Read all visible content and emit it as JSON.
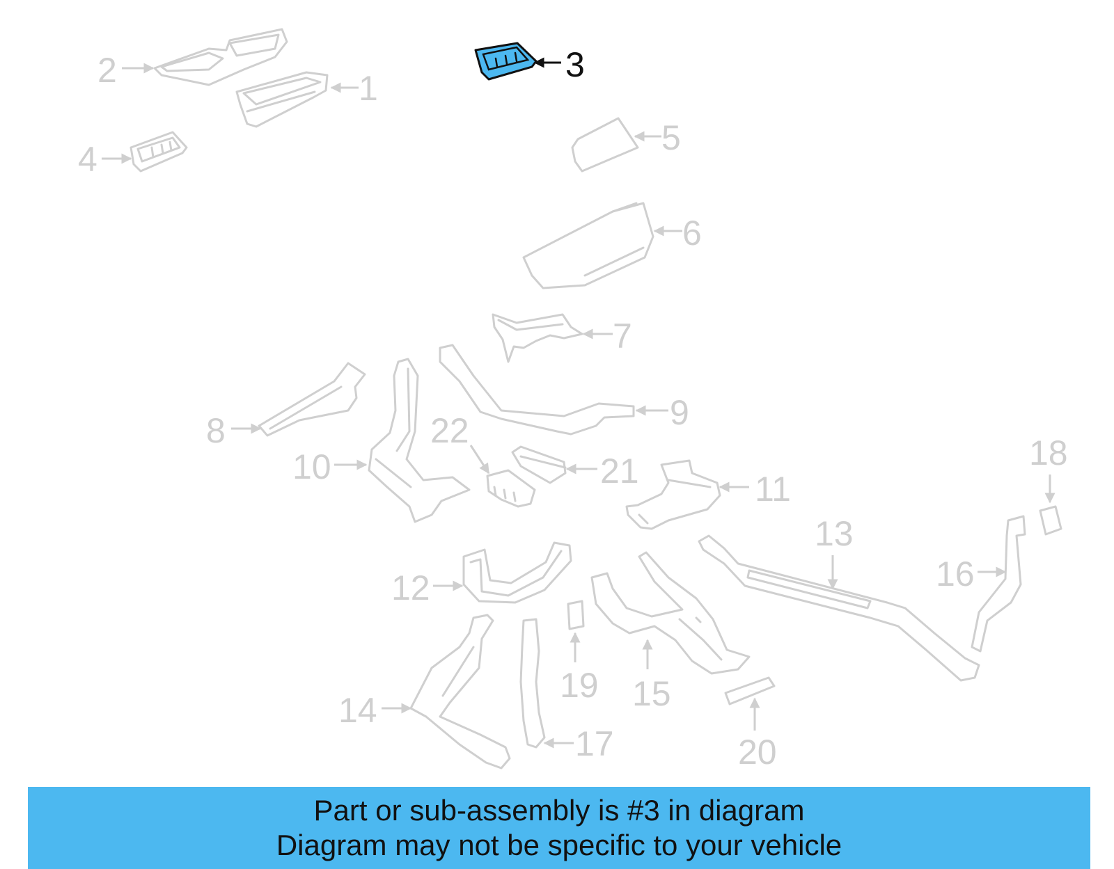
{
  "diagram": {
    "highlighted_part": "3",
    "callouts": [
      "1",
      "2",
      "3",
      "4",
      "5",
      "6",
      "7",
      "8",
      "9",
      "10",
      "11",
      "12",
      "13",
      "14",
      "15",
      "16",
      "17",
      "18",
      "19",
      "20",
      "21",
      "22"
    ]
  },
  "banner": {
    "line1": "Part or sub-assembly is #3 in diagram",
    "line2": "Diagram may not be specific to your vehicle"
  },
  "colors": {
    "highlight": "#4cb8f0",
    "banner": "#4cb8f0",
    "part_outline": "#cfcfcf",
    "text": "#111111"
  }
}
